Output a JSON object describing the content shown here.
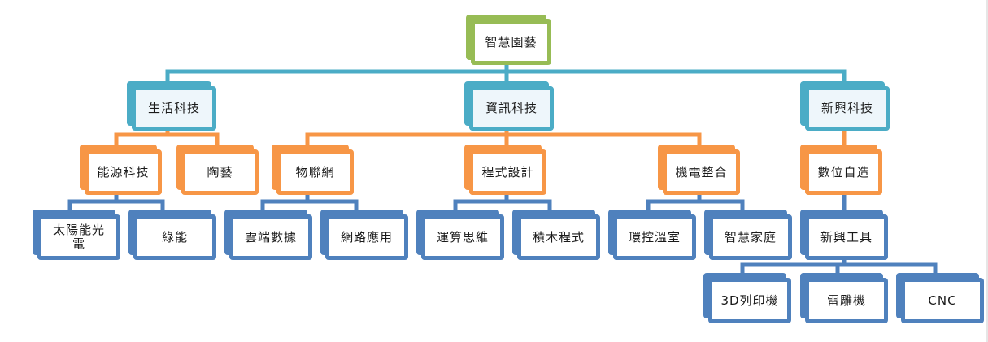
{
  "colors": {
    "root": "#97bc55",
    "level1": "#4bacc6",
    "level2": "#f79646",
    "level3": "#4f81bd"
  },
  "nodes": {
    "root": "智慧園藝",
    "life_tech": "生活科技",
    "info_tech": "資訊科技",
    "new_tech": "新興科技",
    "energy_tech": "能源科技",
    "ceramics": "陶藝",
    "iot": "物聯網",
    "programming": "程式設計",
    "mechatronics": "機電整合",
    "digital_making": "數位自造",
    "solar": "太陽能光\n電",
    "green_energy": "綠能",
    "cloud_data": "雲端數據",
    "network_app": "網路應用",
    "computational_thinking": "運算思維",
    "block_programming": "積木程式",
    "env_control_greenhouse": "環控溫室",
    "smart_home": "智慧家庭",
    "emerging_tools": "新興工具",
    "printer_3d": "3D列印機",
    "laser_engraver": "雷雕機",
    "cnc": "CNC"
  }
}
